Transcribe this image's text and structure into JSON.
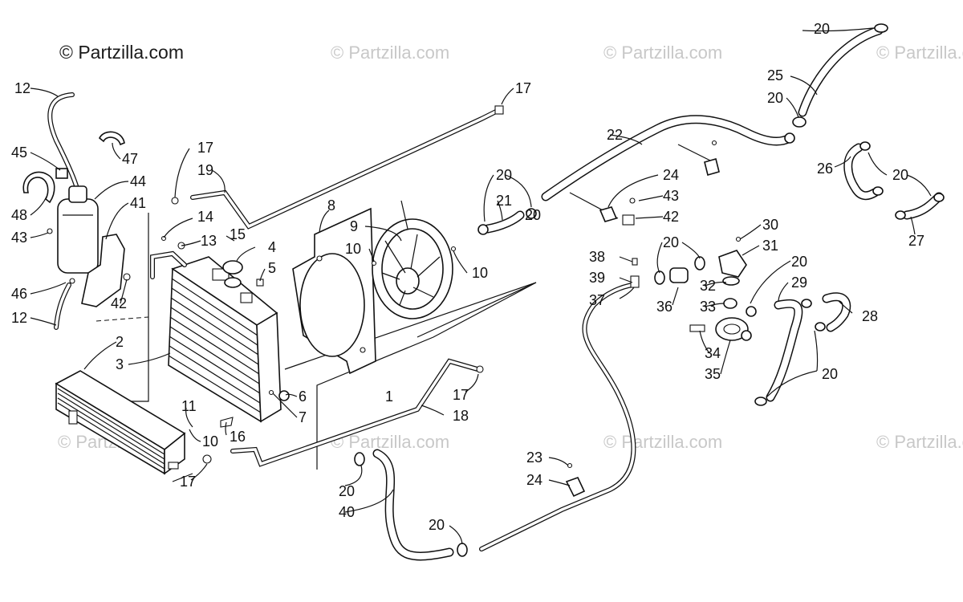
{
  "copyright": "© Partzilla.com",
  "watermark": "© Partzilla.com",
  "callouts": [
    "12",
    "45",
    "47",
    "44",
    "48",
    "41",
    "43",
    "46",
    "42",
    "12",
    "17",
    "19",
    "14",
    "13",
    "15",
    "4",
    "5",
    "2",
    "3",
    "8",
    "9",
    "10",
    "10",
    "17",
    "11",
    "16",
    "10",
    "6",
    "7",
    "1",
    "17",
    "18",
    "17",
    "20",
    "21",
    "20",
    "22",
    "24",
    "43",
    "42",
    "20",
    "25",
    "20",
    "26",
    "20",
    "27",
    "30",
    "31",
    "20",
    "38",
    "39",
    "37",
    "20",
    "32",
    "33",
    "36",
    "29",
    "28",
    "34",
    "35",
    "20",
    "23",
    "24",
    "20",
    "40",
    "20"
  ]
}
